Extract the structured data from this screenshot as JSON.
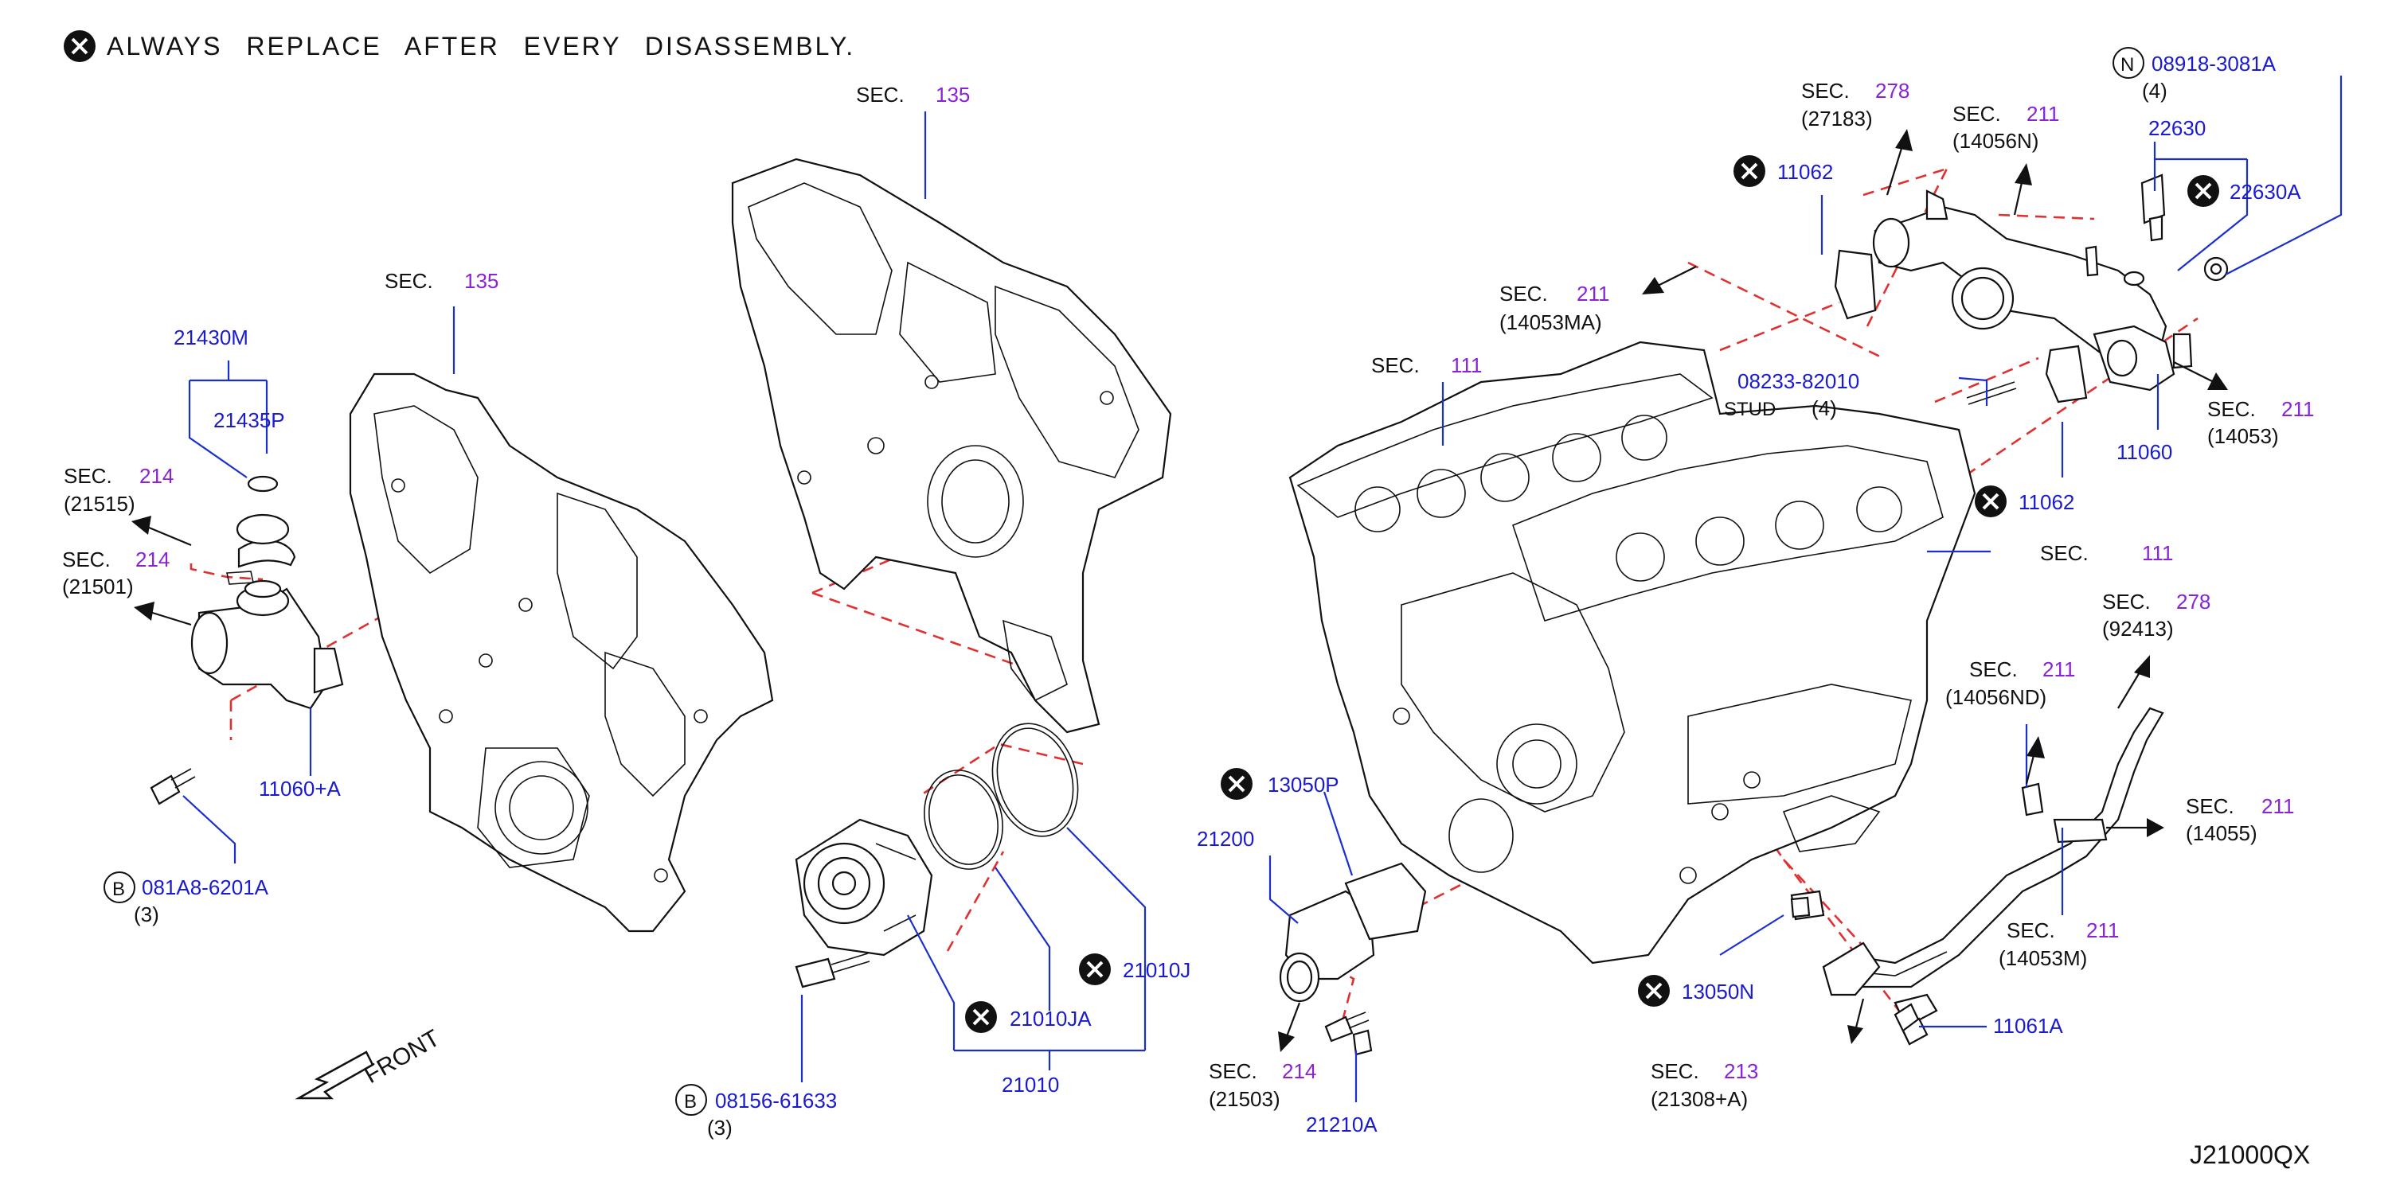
{
  "note": {
    "text": "ALWAYS REPLACE AFTER EVERY DISASSEMBLY."
  },
  "diagram_code": "J21000QX",
  "front_label": "FRONT",
  "sec_prefix": "SEC.",
  "stud_label": "STUD",
  "symbols": {
    "replace": "✕",
    "b": "B",
    "n": "N"
  },
  "sections": {
    "s135_top": "135",
    "s135_left": "135",
    "s214_21515": {
      "num": "214",
      "ref": "(21515)"
    },
    "s214_21501": {
      "num": "214",
      "ref": "(21501)"
    },
    "s278_27183": {
      "num": "278",
      "ref": "(27183)"
    },
    "s211_14056N": {
      "num": "211",
      "ref": "(14056N)"
    },
    "s211_14053MA": {
      "num": "211",
      "ref": "(14053MA)"
    },
    "s111_left": "111",
    "s111_right": "111",
    "s211_14053": {
      "num": "211",
      "ref": "(14053)"
    },
    "s278_92413": {
      "num": "278",
      "ref": "(92413)"
    },
    "s211_14056ND": {
      "num": "211",
      "ref": "(14056ND)"
    },
    "s211_14055": {
      "num": "211",
      "ref": "(14055)"
    },
    "s211_14053M": {
      "num": "211",
      "ref": "(14053M)"
    },
    "s214_21503": {
      "num": "214",
      "ref": "(21503)"
    },
    "s213_21308A": {
      "num": "213",
      "ref": "(21308+A)"
    }
  },
  "parts": {
    "p21430M": "21430M",
    "p21435P": "21435P",
    "p11060A": "11060+A",
    "p081A8": "081A8-6201A",
    "q081A8": "(3)",
    "p08156": "08156-61633",
    "q08156": "(3)",
    "p21010JA": "21010JA",
    "p21010J": "21010J",
    "p21010": "21010",
    "p13050P": "13050P",
    "p21200": "21200",
    "p21210A": "21210A",
    "p13050N": "13050N",
    "p11061A": "11061A",
    "p11062_top": "11062",
    "p08233": "08233-82010",
    "q08233": "(4)",
    "p11062_mid": "11062",
    "p11060": "11060",
    "p08918": "08918-3081A",
    "q08918": "(4)",
    "p22630": "22630",
    "p22630A": "22630A"
  }
}
